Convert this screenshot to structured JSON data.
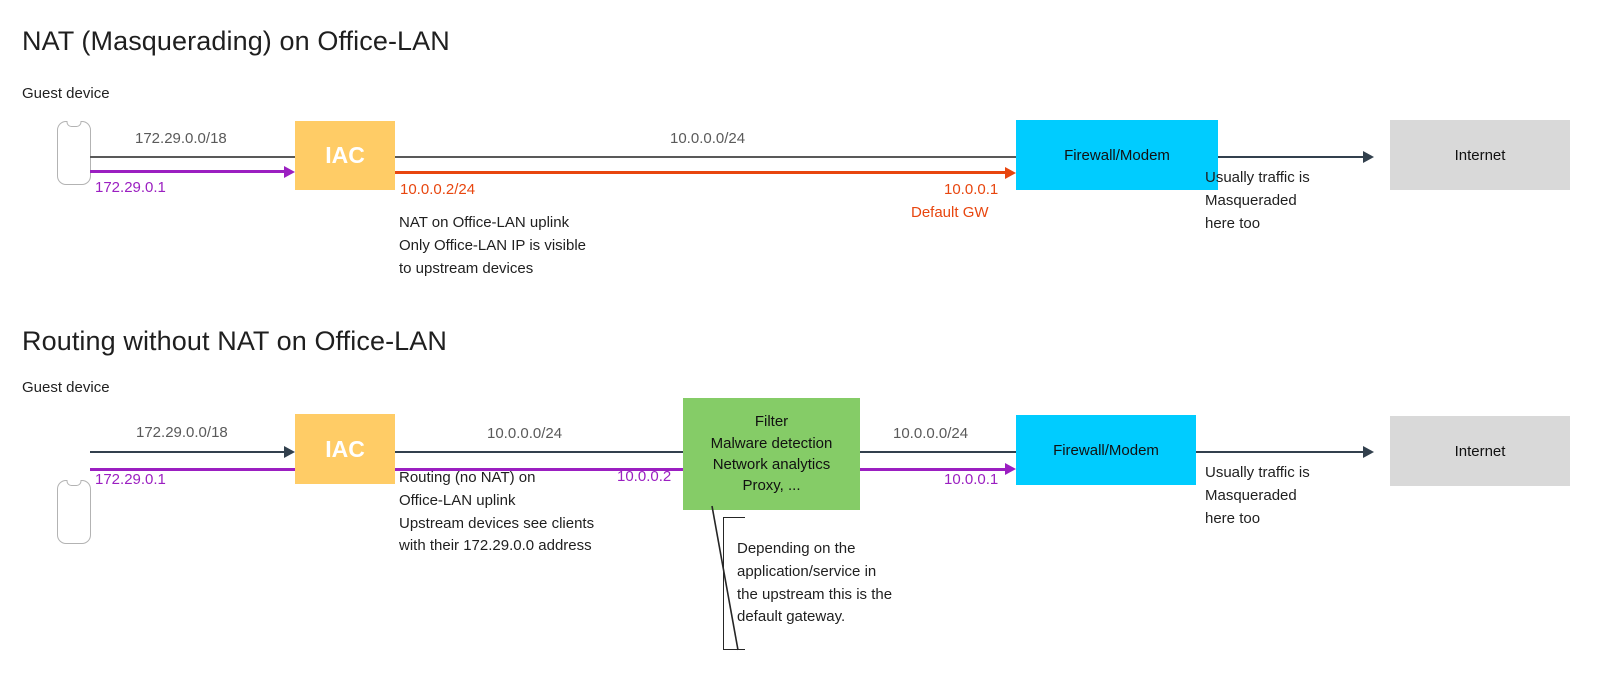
{
  "diagrams": [
    {
      "title": "NAT (Masquerading) on Office-LAN",
      "caption": "Guest device",
      "nodes": {
        "iac": "IAC",
        "firewall": "Firewall/Modem",
        "internet": "Internet"
      },
      "labels": {
        "lan_subnet": "172.29.0.0/18",
        "lan_gateway": "172.29.0.1",
        "uplink_subnet": "10.0.0.0/24",
        "uplink_ip": "10.0.0.2/24",
        "default_gw_ip": "10.0.0.1",
        "default_gw_text": "Default GW"
      },
      "notes": {
        "nat_note": [
          "NAT on Office-LAN uplink",
          "Only Office-LAN IP is visible",
          "to upstream devices"
        ],
        "masq_note": [
          "Usually traffic is",
          "Masqueraded",
          "here too"
        ]
      }
    },
    {
      "title": "Routing without NAT on Office-LAN",
      "caption": "Guest device",
      "nodes": {
        "iac": "IAC",
        "filter": [
          "Filter",
          "Malware detection",
          "Network analytics",
          "Proxy, ..."
        ],
        "firewall": "Firewall/Modem",
        "internet": "Internet"
      },
      "labels": {
        "lan_subnet": "172.29.0.0/18",
        "lan_gateway": "172.29.0.1",
        "uplink_subnet": "10.0.0.0/24",
        "uplink_ip": "10.0.0.2",
        "filter_uplink_subnet": "10.0.0.0/24",
        "filter_gateway": "10.0.0.1"
      },
      "notes": {
        "routing_note": [
          "Routing (no NAT) on",
          "Office-LAN uplink",
          "Upstream devices see clients",
          "with their 172.29.0.0 address"
        ],
        "masq_note": [
          "Usually traffic is",
          "Masqueraded",
          "here too"
        ],
        "callout": [
          "Depending on the",
          "application/service in",
          "the upstream this is the",
          "default gateway."
        ]
      }
    }
  ],
  "colors": {
    "iac": "#ffcc66",
    "firewall": "#00ccff",
    "internet": "#d9d9d9",
    "filter": "#85cc67",
    "nat_line": "#e8460f",
    "client_line": "#9b1fc1",
    "data_line": "#32404d"
  }
}
